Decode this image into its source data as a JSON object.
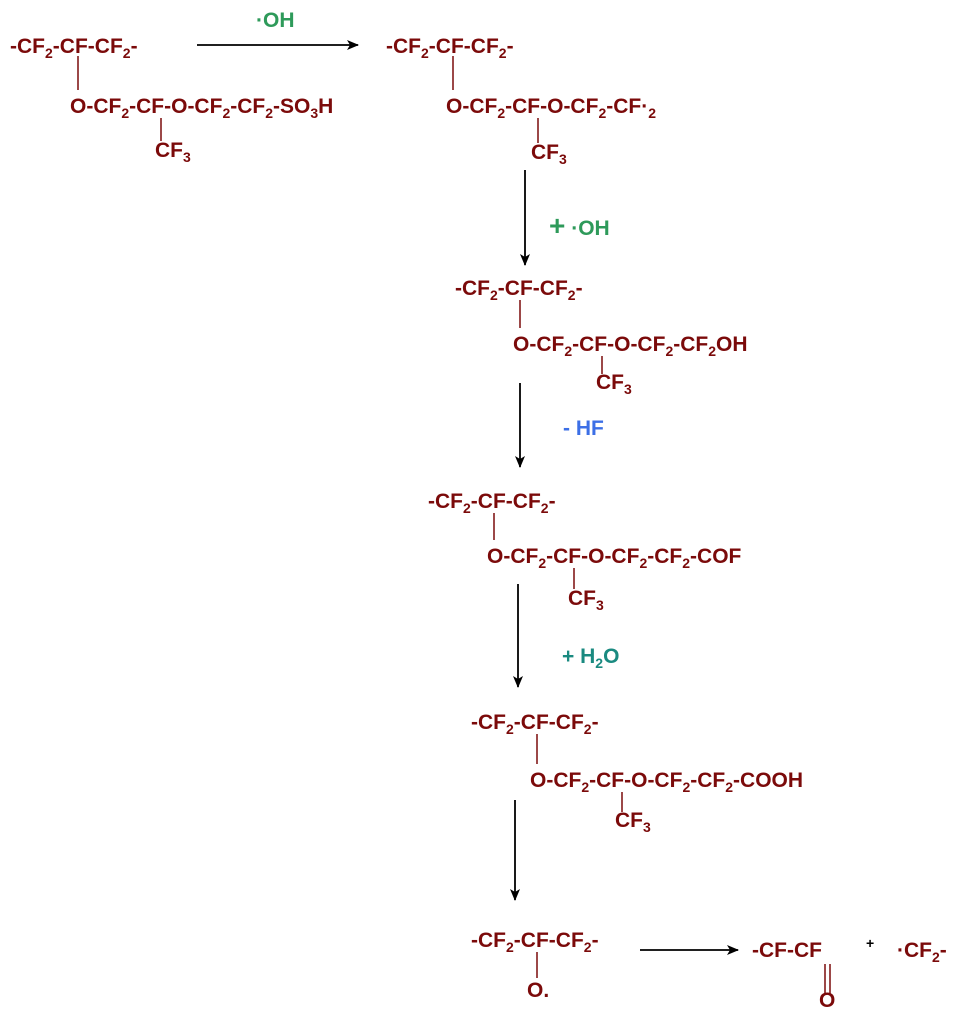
{
  "colors": {
    "molecule": "#7b0a0a",
    "hydroxyl": "#2e9a5a",
    "hf": "#3c6fe6",
    "water": "#1a8a80",
    "arrow": "#000000"
  },
  "reagents": {
    "oh_radical": "·OH",
    "plus_oh_plus": "+",
    "plus_oh_radical": "·OH",
    "minus_hf": "- HF",
    "plus_water_plus": "+ H",
    "plus_water_sub": "2",
    "plus_water_o": "O"
  },
  "structures": {
    "s1": {
      "backbone": [
        "-CF",
        "2",
        "-CF-CF",
        "2",
        "-"
      ],
      "side": [
        "O-CF",
        "2",
        "-CF-O-CF",
        "2",
        "-CF",
        "2",
        "-SO",
        "3",
        "H"
      ],
      "branch": [
        "CF",
        "3"
      ]
    },
    "s2": {
      "backbone": [
        "-CF",
        "2",
        "-CF-CF",
        "2",
        "-"
      ],
      "side": [
        "O-CF",
        "2",
        "-CF-O-CF",
        "2",
        "-CF·",
        "2"
      ],
      "branch": [
        "CF",
        "3"
      ]
    },
    "s3": {
      "backbone": [
        "-CF",
        "2",
        "-CF-CF",
        "2",
        "-"
      ],
      "side": [
        "O-CF",
        "2",
        "-CF-O-CF",
        "2",
        "-CF",
        "2",
        "OH"
      ],
      "branch": [
        "CF",
        "3"
      ]
    },
    "s4": {
      "backbone": [
        "-CF",
        "2",
        "-CF-CF",
        "2",
        "-"
      ],
      "side": [
        "O-CF",
        "2",
        "-CF-O-CF",
        "2",
        "-CF",
        "2",
        "-COF"
      ],
      "branch": [
        "CF",
        "3"
      ]
    },
    "s5": {
      "backbone": [
        "-CF",
        "2",
        "-CF-CF",
        "2",
        "-"
      ],
      "side": [
        "O-CF",
        "2",
        "-CF-O-CF",
        "2",
        "-CF",
        "2",
        "-COOH"
      ],
      "branch": [
        "CF",
        "3"
      ]
    },
    "s6": {
      "backbone": [
        "-CF",
        "2",
        "-CF-CF",
        "2",
        "-"
      ],
      "oxygen": "O."
    },
    "products": {
      "ketone": "-CF-CF",
      "ketone_o": "O",
      "plus": "+",
      "radical": "·CF",
      "radical_sub": "2",
      "radical_end": "-"
    }
  }
}
